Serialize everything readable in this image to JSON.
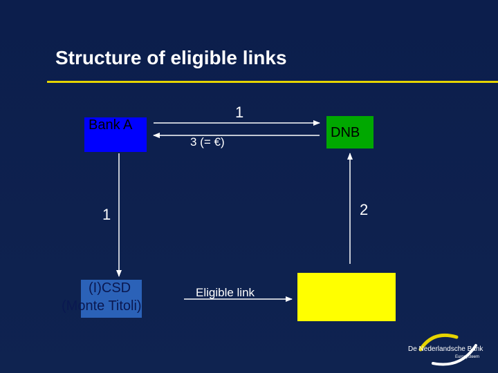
{
  "slide": {
    "title": "Structure of eligible links",
    "colors": {
      "background": "#0d1f4d",
      "title_rule": "#e6d400",
      "bank_a_box": "#0000ff",
      "dnb_box": "#00a800",
      "csd_box": "#2b62b8",
      "target_box": "#ffff00",
      "text": "#ffffff"
    }
  },
  "nodes": {
    "bank_a": {
      "label": "Bank A"
    },
    "dnb": {
      "label": "DNB"
    },
    "csd": {
      "label_line1": "(I)CSD",
      "label_line2": "(Monte Titoli)"
    },
    "target": {
      "label": ""
    }
  },
  "edges": {
    "bank_a_dnb_top": {
      "label": "1"
    },
    "dnb_bank_a_bottom": {
      "label": "3 (= €)"
    },
    "bank_a_csd": {
      "label": "1"
    },
    "target_dnb": {
      "label": "2"
    },
    "csd_target": {
      "label": "Eligible link"
    }
  },
  "logo": {
    "name": "De Nederlandsche Bank",
    "sub": "Eurosysteem",
    "icon": "dnb-logo-icon"
  }
}
